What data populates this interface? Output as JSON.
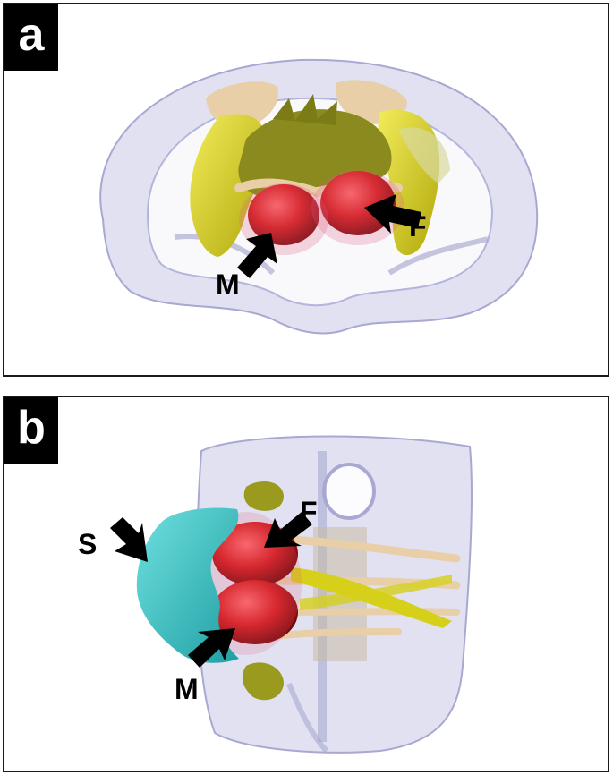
{
  "panels": [
    {
      "letter": "a",
      "labels": {
        "m": "M",
        "f": "F"
      }
    },
    {
      "letter": "b",
      "labels": {
        "s": "S",
        "f": "F",
        "m": "M"
      }
    }
  ],
  "colors": {
    "frame": "#1a1a1a",
    "tag_bg": "#000000",
    "pelvis_shell": "#c8c8e6",
    "bone": "#e8cfa8",
    "muscle_yellow": "#d6d01a",
    "olive": "#8a8a1e",
    "ovary_red": "#d41a1a",
    "sacrum_cyan": "#3cc6c8",
    "arrow": "#000000"
  }
}
